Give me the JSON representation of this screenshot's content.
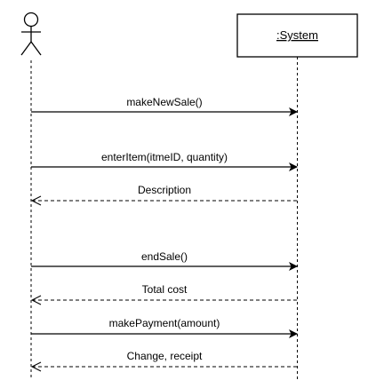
{
  "participants": {
    "actor": {
      "label": ""
    },
    "system": {
      "label": ":System"
    }
  },
  "messages": [
    {
      "label": "makeNewSale()",
      "kind": "sync",
      "direction": "to-system"
    },
    {
      "label": "enterItem(itmeID, quantity)",
      "kind": "sync",
      "direction": "to-system"
    },
    {
      "label": "Description",
      "kind": "return",
      "direction": "to-actor"
    },
    {
      "label": "endSale()",
      "kind": "sync",
      "direction": "to-system"
    },
    {
      "label": "Total cost",
      "kind": "return",
      "direction": "to-actor"
    },
    {
      "label": "makePayment(amount)",
      "kind": "sync",
      "direction": "to-system"
    },
    {
      "label": "Change, receipt",
      "kind": "return",
      "direction": "to-actor"
    }
  ]
}
